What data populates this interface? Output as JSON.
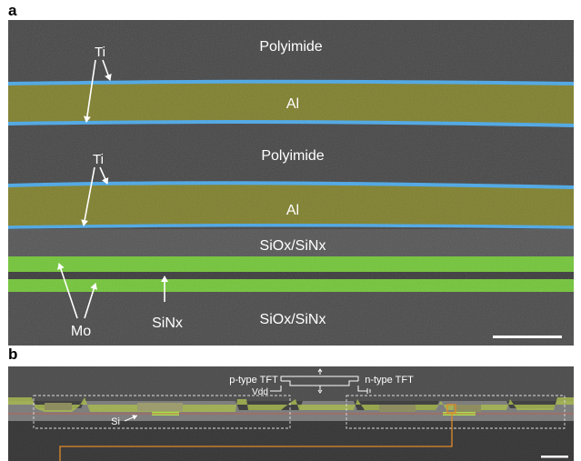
{
  "panel_a": {
    "letter": "a",
    "labels": {
      "polyimide_top": "Polyimide",
      "al_top": "Al",
      "polyimide_mid": "Polyimide",
      "al_mid": "Al",
      "sio_top": "SiOx/SiNx",
      "sio_bottom": "SiOx/SiNx",
      "ti_top": "Ti",
      "ti_mid": "Ti",
      "mo": "Mo",
      "sinx": "SiNx"
    },
    "colors": {
      "titanium": "#3fa7e6",
      "aluminum": "#8a8a2a",
      "molybdenum": "#7ecf3a",
      "background": "#454545"
    }
  },
  "panel_b": {
    "letter": "b",
    "labels": {
      "p_tft": "p-type TFT",
      "n_tft": "n-type TFT",
      "vdd": "Vdd",
      "si": "Si"
    },
    "colors": {
      "highlight": "#e0902a",
      "layer_green": "#a9c94a",
      "si_red": "#c85a4a"
    }
  }
}
